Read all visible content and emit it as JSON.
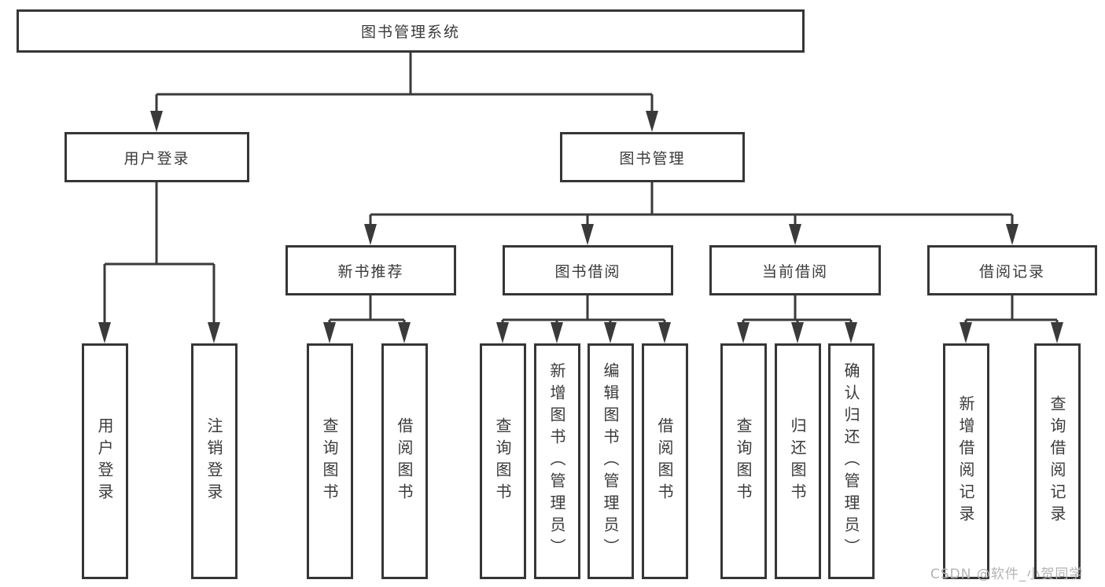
{
  "diagram": {
    "type": "tree-structure-chart",
    "colors": {
      "line": "#3a3a3a",
      "box_border": "#363636",
      "box_fill": "#ffffff",
      "text": "#3a3a3a",
      "watermark": "#b3b3b3",
      "background": "#ffffff"
    },
    "tree": {
      "label": "图书管理系统",
      "children": [
        {
          "label": "用户登录",
          "children": [
            {
              "label": "用户登录"
            },
            {
              "label": "注销登录"
            }
          ]
        },
        {
          "label": "图书管理",
          "children": [
            {
              "label": "新书推荐",
              "children": [
                {
                  "label": "查询图书"
                },
                {
                  "label": "借阅图书"
                }
              ]
            },
            {
              "label": "图书借阅",
              "children": [
                {
                  "label": "查询图书"
                },
                {
                  "label": "新增图书（管理员）"
                },
                {
                  "label": "编辑图书（管理员）"
                },
                {
                  "label": "借阅图书"
                }
              ]
            },
            {
              "label": "当前借阅",
              "children": [
                {
                  "label": "查询图书"
                },
                {
                  "label": "归还图书"
                },
                {
                  "label": "确认归还（管理员）"
                }
              ]
            },
            {
              "label": "借阅记录",
              "children": [
                {
                  "label": "新增借阅记录"
                },
                {
                  "label": "查询借阅记录"
                }
              ]
            }
          ]
        }
      ]
    },
    "watermark": {
      "text": "CSDN @软件_小贺同学"
    }
  }
}
